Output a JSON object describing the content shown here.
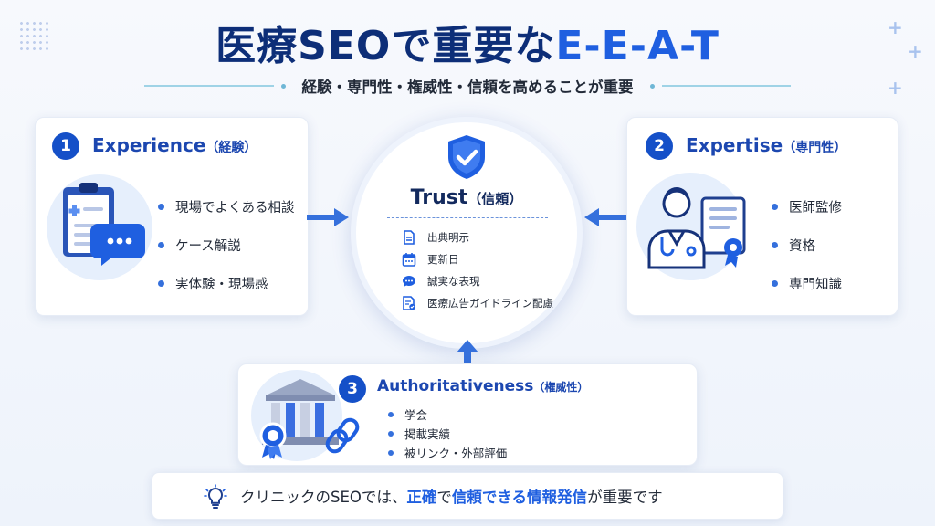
{
  "title": {
    "part1": "医療SEOで重要な",
    "part2": "E-E-A-T"
  },
  "subtitle": "経験・専門性・権威性・信頼を高めることが重要",
  "experience": {
    "number": "1",
    "title": "Experience",
    "paren": "（経験）",
    "icon": "clipboard-chat-icon",
    "items": [
      "現場でよくある相談",
      "ケース解説",
      "実体験・現場感"
    ]
  },
  "expertise": {
    "number": "2",
    "title": "Expertise",
    "paren": "（専門性）",
    "icon": "doctor-certificate-icon",
    "items": [
      "医師監修",
      "資格",
      "専門知識"
    ]
  },
  "authority": {
    "number": "3",
    "title": "Authoritativeness",
    "paren": "（権威性）",
    "icon": "institution-award-link-icon",
    "items": [
      "学会",
      "掲載実績",
      "被リンク・外部評価"
    ]
  },
  "trust": {
    "title": "Trust",
    "paren": "（信頼）",
    "icon": "shield-check-icon",
    "items": [
      {
        "icon": "document-icon",
        "label": "出典明示"
      },
      {
        "icon": "calendar-icon",
        "label": "更新日"
      },
      {
        "icon": "chat-icon",
        "label": "誠実な表現"
      },
      {
        "icon": "guideline-document-icon",
        "label": "医療広告ガイドライン配慮"
      }
    ]
  },
  "footer": {
    "icon": "lightbulb-icon",
    "pre": "クリニックのSEOでは、",
    "h1": "正確",
    "mid1": "で",
    "h2": "信頼できる情報発信",
    "post": "が重要です"
  },
  "colors": {
    "navy": "#0d2e78",
    "accent": "#1f5fe0",
    "badge": "#1550c8",
    "arrow": "#3570dc"
  }
}
